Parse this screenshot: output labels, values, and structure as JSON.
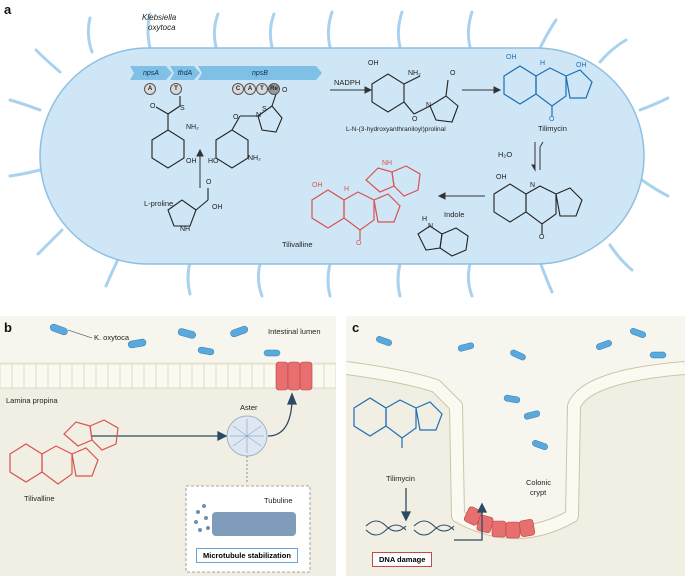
{
  "panels": {
    "a": "a",
    "b": "b",
    "c": "c"
  },
  "panel_a": {
    "organism": [
      "Klebsiella",
      "oxytoca"
    ],
    "genes": [
      "npsA",
      "thdA",
      "npsB"
    ],
    "domains": [
      "A",
      "T",
      "C",
      "A",
      "T",
      "Re"
    ],
    "nadph": "NADPH",
    "intermediate": "L-N-(3-hydroxyanthraniloyl)prolinal",
    "tilimycin": "Tilimycin",
    "water": "H₂O",
    "indole": "Indole",
    "tilivalline": "Tilivalline",
    "proline": "L-proline",
    "atoms": {
      "nh2": "NH₂",
      "oh": "OH",
      "o": "O",
      "n": "N",
      "h": "H",
      "s": "S",
      "nh": "NH",
      "ho": "HO"
    }
  },
  "panel_b": {
    "k_oxytoca": "K. oxytoca",
    "intestinal_lumen": "Intestinal lumen",
    "lamina_propina": "Lamina propina",
    "aster": "Aster",
    "tilivalline": "Tilivalline",
    "tubuline": "Tubuline",
    "microtubule": "Microtubule stabilization"
  },
  "panel_c": {
    "tilimycin": "Tilimycin",
    "colonic_crypt": [
      "Colonic",
      "crypt"
    ],
    "dna_damage": "DNA damage"
  },
  "colors": {
    "cell": "#cfe6f6",
    "cell_border": "#8fbfe0",
    "bacteria": "#5aa8dc",
    "tissue_bg": "#f1efe3",
    "epithelium": "#fbfaf0",
    "red_cells": "#e86f6f",
    "blue_mol": "#1f6fb5",
    "red_mol": "#d9534f"
  }
}
